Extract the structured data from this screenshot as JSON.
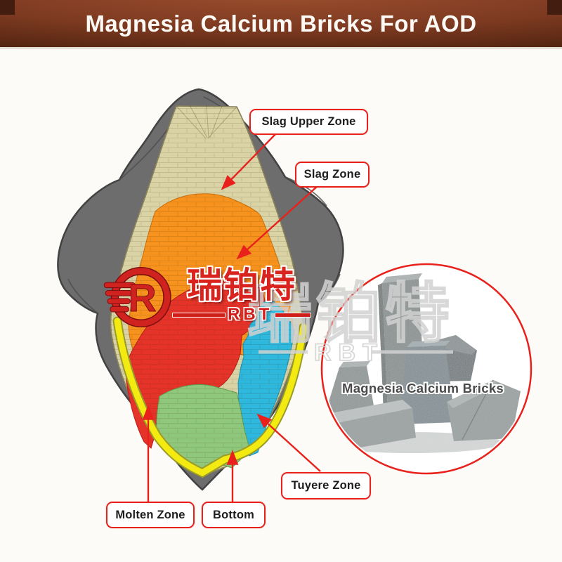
{
  "header": {
    "title": "Magnesia Calcium Bricks For AOD"
  },
  "brand": {
    "logo_cn": "瑞铂特",
    "logo_en": "RBT",
    "monogram": "R"
  },
  "diagram": {
    "labels": [
      {
        "id": "slag-upper-zone",
        "text": "Slag Upper Zone"
      },
      {
        "id": "slag-zone",
        "text": "Slag Zone"
      },
      {
        "id": "tuyere-zone",
        "text": "Tuyere Zone"
      },
      {
        "id": "molten-zone",
        "text": "Molten Zone"
      },
      {
        "id": "bottom",
        "text": "Bottom"
      }
    ]
  },
  "inset": {
    "caption": "Magnesia Calcium Bricks"
  },
  "colors": {
    "accent_red": "#e8211c",
    "shell_gray": "#6d6d6d",
    "lining_tan": "#d9d3a6",
    "slag_orange": "#f6921d",
    "molten_red": "#e63329",
    "tuyere_blue": "#2fb8dd",
    "bottom_green": "#8fc87c",
    "safety_yellow": "#f2ea10",
    "header_brown_dark": "#3b190c",
    "header_brown_light": "#9c4f2e",
    "watermark_gray": "#d2d2d2"
  }
}
